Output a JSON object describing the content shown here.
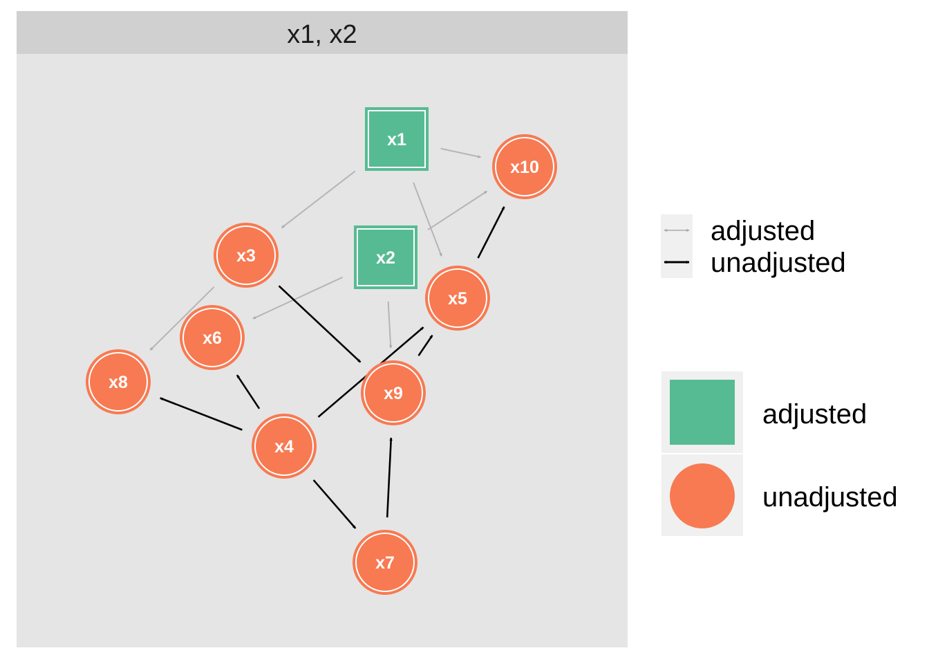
{
  "facet": {
    "strip_label": "x1, x2"
  },
  "colors": {
    "adjusted": "#56bb93",
    "unadjusted": "#f77a52",
    "edge_adjusted": "#b5b5b5",
    "edge_unadjusted": "#000000",
    "panel_bg": "#e5e5e5",
    "strip_bg": "#d0d0d0",
    "legend_key_bg": "#f0f0f0"
  },
  "nodes": [
    {
      "id": "x1",
      "label": "x1",
      "status": "adjusted",
      "shape": "square"
    },
    {
      "id": "x2",
      "label": "x2",
      "status": "adjusted",
      "shape": "square"
    },
    {
      "id": "x3",
      "label": "x3",
      "status": "unadjusted",
      "shape": "circle"
    },
    {
      "id": "x4",
      "label": "x4",
      "status": "unadjusted",
      "shape": "circle"
    },
    {
      "id": "x5",
      "label": "x5",
      "status": "unadjusted",
      "shape": "circle"
    },
    {
      "id": "x6",
      "label": "x6",
      "status": "unadjusted",
      "shape": "circle"
    },
    {
      "id": "x7",
      "label": "x7",
      "status": "unadjusted",
      "shape": "circle"
    },
    {
      "id": "x8",
      "label": "x8",
      "status": "unadjusted",
      "shape": "circle"
    },
    {
      "id": "x9",
      "label": "x9",
      "status": "unadjusted",
      "shape": "circle"
    },
    {
      "id": "x10",
      "label": "x10",
      "status": "unadjusted",
      "shape": "circle"
    }
  ],
  "edges": [
    {
      "from": "x1",
      "to": "x10",
      "status": "adjusted"
    },
    {
      "from": "x1",
      "to": "x3",
      "status": "adjusted"
    },
    {
      "from": "x1",
      "to": "x5",
      "status": "adjusted"
    },
    {
      "from": "x2",
      "to": "x10",
      "status": "adjusted"
    },
    {
      "from": "x2",
      "to": "x6",
      "status": "adjusted"
    },
    {
      "from": "x2",
      "to": "x9",
      "status": "adjusted"
    },
    {
      "from": "x3",
      "to": "x8",
      "status": "adjusted"
    },
    {
      "from": "x3",
      "to": "x9",
      "status": "unadjusted"
    },
    {
      "from": "x4",
      "to": "x5",
      "status": "unadjusted"
    },
    {
      "from": "x4",
      "to": "x6",
      "status": "unadjusted"
    },
    {
      "from": "x4",
      "to": "x7",
      "status": "unadjusted"
    },
    {
      "from": "x4",
      "to": "x8",
      "status": "unadjusted"
    },
    {
      "from": "x5",
      "to": "x10",
      "status": "unadjusted"
    },
    {
      "from": "x7",
      "to": "x9",
      "status": "unadjusted"
    },
    {
      "from": "x9",
      "to": "x5",
      "status": "unadjusted"
    }
  ],
  "legend_edges": {
    "items": [
      {
        "label": "adjusted",
        "status": "adjusted"
      },
      {
        "label": "unadjusted",
        "status": "unadjusted"
      }
    ]
  },
  "legend_nodes": {
    "items": [
      {
        "label": "adjusted",
        "status": "adjusted",
        "shape": "square"
      },
      {
        "label": "unadjusted",
        "status": "unadjusted",
        "shape": "circle"
      }
    ]
  }
}
